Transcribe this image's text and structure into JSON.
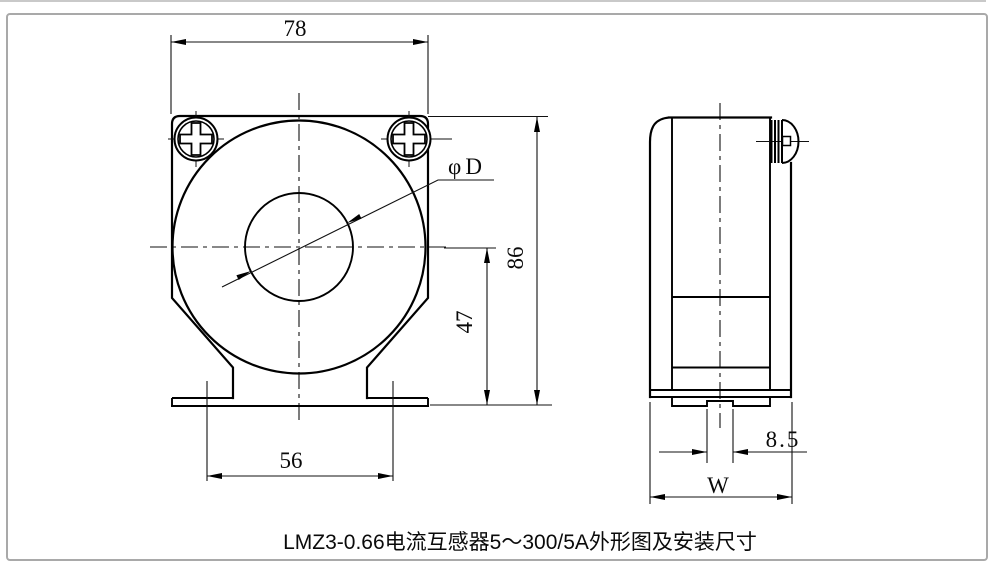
{
  "caption": "LMZ3-0.66电流互感器5～300/5A外形图及安装尺寸",
  "colors": {
    "line": "#000000",
    "frame_border": "#a9a9a9"
  },
  "front_view": {
    "dim_top_width": "78",
    "dim_total_height": "86",
    "dim_center_to_base": "47",
    "dim_mounting_span": "56",
    "aperture_label": "φD"
  },
  "side_view": {
    "dim_slot_width": "8.5",
    "dim_depth": "W"
  }
}
